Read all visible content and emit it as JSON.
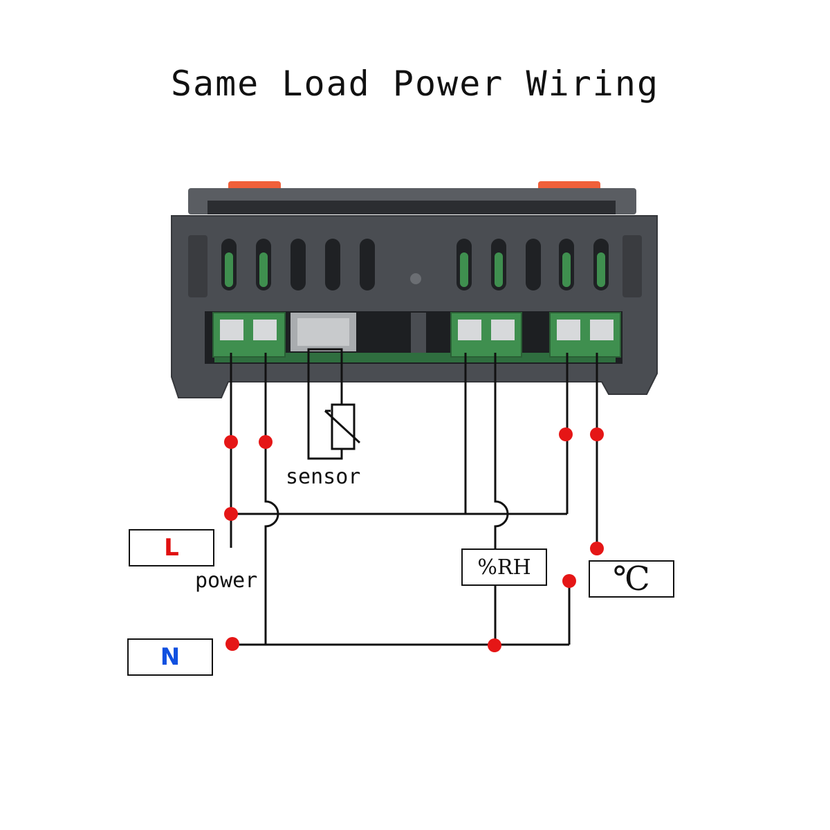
{
  "title": "Same Load Power Wiring",
  "labels": {
    "sensor": "sensor",
    "power": "power",
    "live": "L",
    "neutral": "N",
    "humidity_output": "%RH",
    "temperature_output": "℃"
  },
  "colors": {
    "live_text": "#e01010",
    "neutral_text": "#1050e0",
    "junction": "#e51616",
    "terminal_green": "#3f8f4f",
    "housing": "#4a4d52",
    "clip": "#f0603a"
  }
}
